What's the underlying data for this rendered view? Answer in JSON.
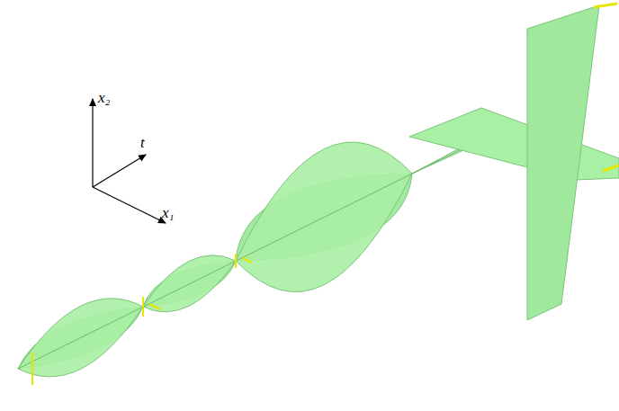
{
  "diagram": {
    "labels": [
      "x₂",
      "t",
      "x₁"
    ]
  }
}
